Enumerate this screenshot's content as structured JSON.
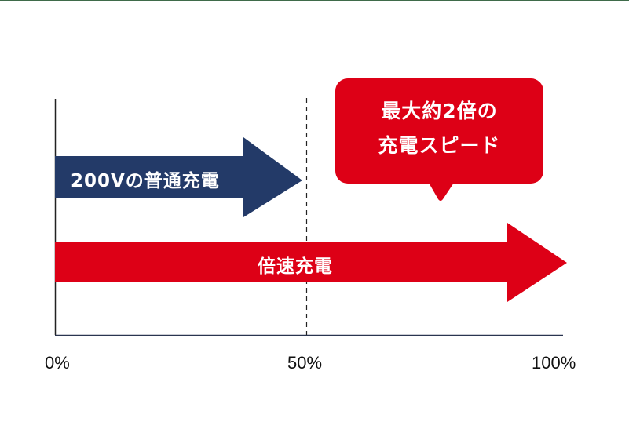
{
  "chart_data": {
    "type": "bar",
    "orientation": "horizontal",
    "title": "",
    "categories": [
      "200Vの普通充電",
      "倍速充電"
    ],
    "values": [
      50,
      100
    ],
    "unit": "%",
    "xlabel": "",
    "ylabel": "",
    "xlim": [
      0,
      100
    ],
    "x_ticks": [
      "0%",
      "50%",
      "100%"
    ],
    "reference_line": {
      "x": 50,
      "style": "dashed"
    },
    "annotations": [
      {
        "text": "最大約2倍の充電スピード",
        "target": "倍速充電",
        "x": 75
      }
    ],
    "grid": false,
    "colors": {
      "200Vの普通充電": "#233a68",
      "倍速充電": "#dd0016"
    }
  },
  "bars": {
    "normal": {
      "label": "200Vの普通充電",
      "color": "#233a68"
    },
    "fast": {
      "label": "倍速充電",
      "color": "#dd0016"
    }
  },
  "callout": {
    "line1": "最大約2倍の",
    "line2": "充電スピード",
    "color": "#dd0016"
  },
  "axis": {
    "tick_0": "0%",
    "tick_50": "50%",
    "tick_100": "100%"
  }
}
